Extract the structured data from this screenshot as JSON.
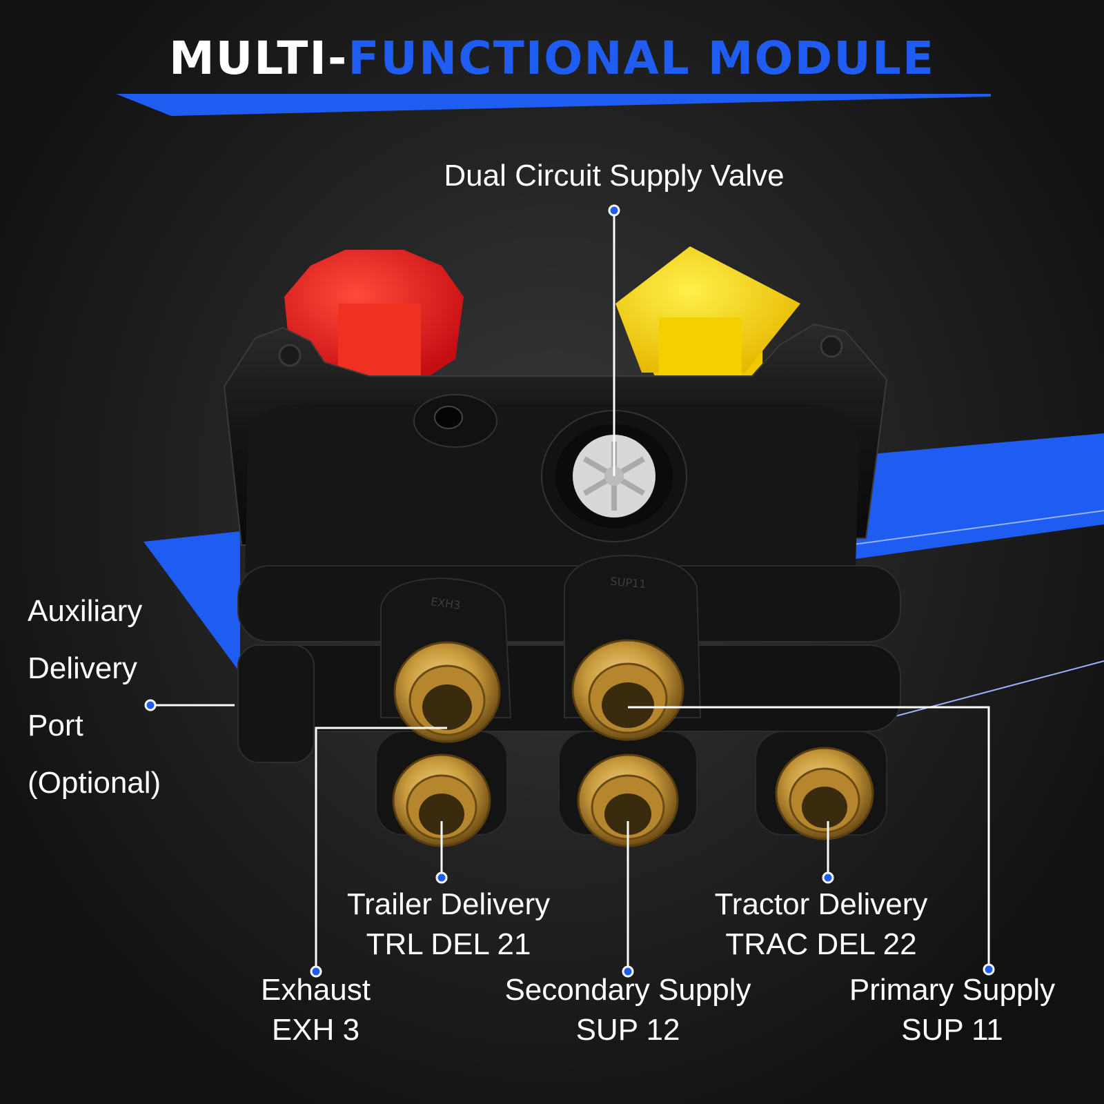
{
  "title": {
    "part1": "MULTI-",
    "part2": "FUNCTIONAL MODULE"
  },
  "labels": {
    "dual_circuit": "Dual Circuit Supply Valve",
    "auxiliary": [
      "Auxiliary",
      "Delivery",
      "Port",
      "(Optional)"
    ],
    "trailer_delivery": [
      "Trailer Delivery",
      "TRL DEL 21"
    ],
    "tractor_delivery": [
      "Tractor Delivery",
      "TRAC DEL 22"
    ],
    "exhaust": [
      "Exhaust",
      "EXH 3"
    ],
    "secondary_supply": [
      "Secondary Supply",
      "SUP 12"
    ],
    "primary_supply": [
      "Primary Supply",
      "SUP 11"
    ]
  },
  "markings": {
    "exh": "EXH3",
    "sup": "SUP11"
  },
  "colors": {
    "accent": "#1f5cf2",
    "red_cap": "#e8161c",
    "yellow_cap": "#ffd90a",
    "brass": "#c99a3c"
  }
}
